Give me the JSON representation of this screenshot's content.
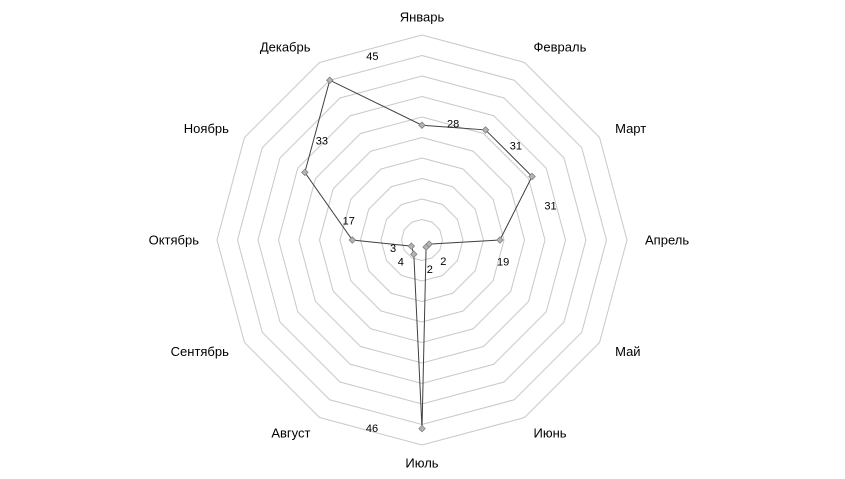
{
  "chart_data": {
    "type": "radar",
    "categories": [
      "Январь",
      "Февраль",
      "Март",
      "Апрель",
      "Май",
      "Июнь",
      "Июль",
      "Август",
      "Сентябрь",
      "Октябрь",
      "Ноябрь",
      "Декабрь"
    ],
    "series": [
      {
        "values": [
          28,
          31,
          31,
          19,
          2,
          2,
          46,
          4,
          3,
          17,
          33,
          45
        ],
        "data_labels": [
          "28",
          "31",
          "31",
          "19",
          "2",
          "2",
          "46",
          "4",
          "3",
          "17",
          "33",
          "45"
        ]
      }
    ],
    "rlim": [
      0,
      50
    ],
    "grid_step": 5,
    "grid": true,
    "legend": false,
    "colors": {
      "grid": "#c8c8c8",
      "line": "#404040",
      "marker_fill": "#b4b4b4",
      "marker_stroke": "#808080"
    }
  }
}
